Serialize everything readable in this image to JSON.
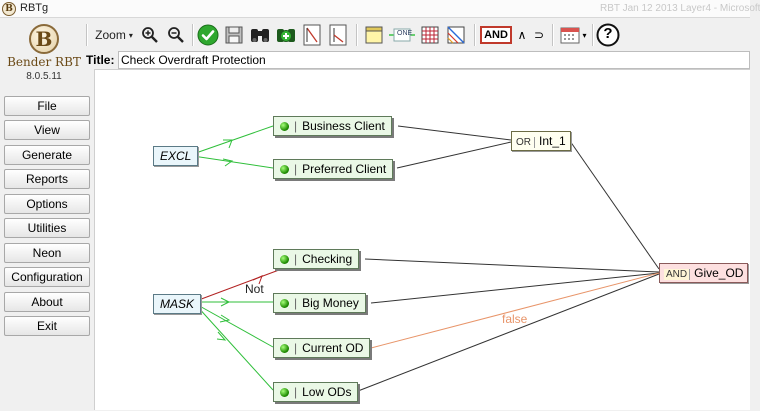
{
  "window": {
    "title": "RBTg",
    "app_icon_letter": "B",
    "background_title": "RBT Jan 12 2013 Layer4 - Microsoft"
  },
  "logo": {
    "emblem_letter": "B",
    "brand": "Bender RBT",
    "version": "8.0.5.11"
  },
  "toolbar": {
    "zoom_label": "Zoom",
    "zoom_caret": "▾",
    "one_label": "ONE",
    "and_label": "AND",
    "wedge_label": "∧",
    "dcap_label": "⊃",
    "help_label": "?"
  },
  "title_bar": {
    "label": "Title:",
    "value": "Check Overdraft Protection"
  },
  "sidebar": {
    "items": [
      "File",
      "View",
      "Generate",
      "Reports",
      "Options",
      "Utilities",
      "Neon",
      "Configuration",
      "About",
      "Exit"
    ]
  },
  "graph": {
    "inputs": [
      "EXCL",
      "MASK"
    ],
    "nodes": [
      "Business Client",
      "Preferred Client",
      "Checking",
      "Big Money",
      "Current OD",
      "Low ODs"
    ],
    "or_gate": {
      "tag": "OR",
      "label": "Int_1"
    },
    "and_gate": {
      "tag": "AND",
      "label": "Give_OD"
    },
    "edge_labels": {
      "not": "Not",
      "false": "false"
    }
  },
  "colors": {
    "constraint_edge": "#2fbf3a",
    "not_edge": "#b22222",
    "false_edge": "#e8956a",
    "normal_edge": "#333333",
    "node_fill": "#eaf8e6",
    "and_fill": "#fde0e0"
  }
}
